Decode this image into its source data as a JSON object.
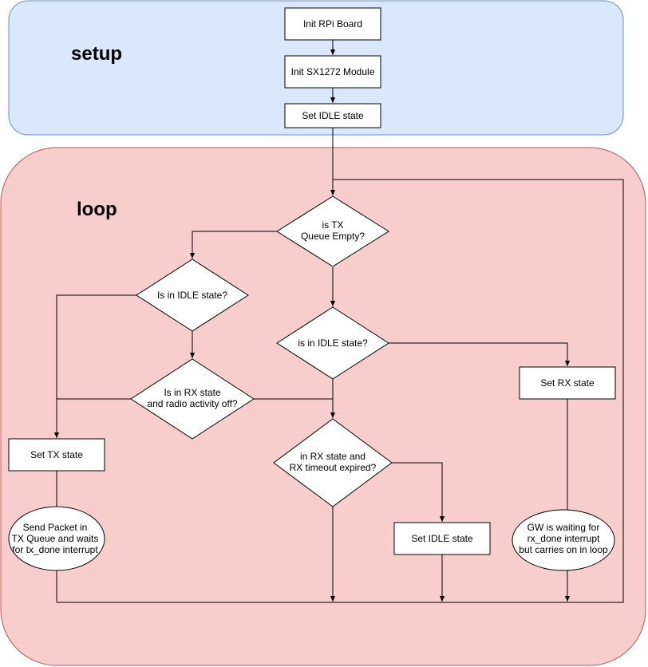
{
  "colors": {
    "setup_fill": "#dae8fc",
    "setup_stroke": "#6c8ebf",
    "loop_fill": "#f8cecc",
    "loop_stroke": "#b85450",
    "node_fill": "#ffffff",
    "line": "#000000"
  },
  "containers": {
    "setup_title": "setup",
    "loop_title": "loop"
  },
  "nodes": {
    "init_rpi": [
      "Init RPi Board"
    ],
    "init_sx1272": [
      "Init SX1272 Module"
    ],
    "set_idle_top": [
      "Set IDLE state"
    ],
    "tx_queue_empty": [
      "is TX",
      "Queue Empty?"
    ],
    "is_idle_left": [
      "Is in IDLE state?"
    ],
    "is_idle_center": [
      "is in IDLE state?"
    ],
    "rx_radio_off": [
      "Is in RX state",
      "and radio activity off?"
    ],
    "set_rx": [
      "Set RX state"
    ],
    "set_tx": [
      "Set TX state"
    ],
    "rx_timeout": [
      "in RX state and",
      "RX timeout expired?"
    ],
    "set_idle_bottom": [
      "Set IDLE state"
    ],
    "send_packet": [
      "Send Packet in",
      "TX Queue and waits",
      "for tx_done interrupt"
    ],
    "gw_waiting": [
      "GW is waiting for",
      "rx_done interrupt",
      "but carries on in loop"
    ]
  }
}
